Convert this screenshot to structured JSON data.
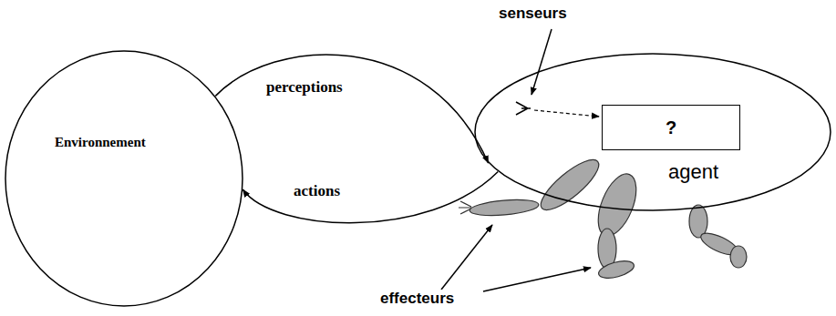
{
  "diagram": {
    "nodes": [
      {
        "text": [
          "Environnement"
        ]
      },
      {
        "text": [
          "agent"
        ]
      },
      {
        "text": [
          "?"
        ],
        "in": 1
      }
    ],
    "edges": [
      {
        "from": 0,
        "to": 1,
        "label": "perceptions",
        "arrow": "to"
      },
      {
        "from": 1,
        "to": 0,
        "label": "actions",
        "arrow": "to"
      }
    ],
    "labels": [
      "senseurs",
      "effecteurs"
    ]
  }
}
